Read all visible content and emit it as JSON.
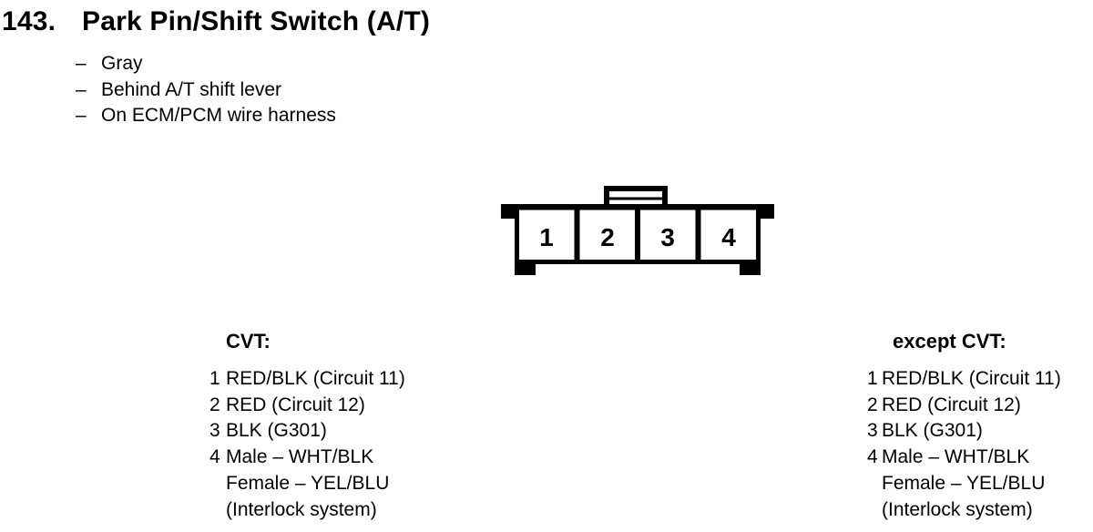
{
  "page": {
    "item_number": "143.",
    "title": "Park Pin/Shift Switch (A/T)",
    "bullets": [
      {
        "dash": "–",
        "text": "Gray"
      },
      {
        "dash": "–",
        "text": "Behind A/T shift lever"
      },
      {
        "dash": "–",
        "text": "On ECM/PCM wire harness"
      }
    ]
  },
  "connector": {
    "pins": [
      "1",
      "2",
      "3",
      "4"
    ]
  },
  "columns": {
    "left": {
      "heading": "CVT:",
      "items": [
        {
          "num": "1",
          "lines": [
            "RED/BLK (Circuit 11)"
          ]
        },
        {
          "num": "2",
          "lines": [
            "RED (Circuit 12)"
          ]
        },
        {
          "num": "3",
          "lines": [
            "BLK (G301)"
          ]
        },
        {
          "num": "4",
          "lines": [
            "Male – WHT/BLK",
            "Female – YEL/BLU",
            "(Interlock system)"
          ]
        }
      ]
    },
    "right": {
      "heading": "except CVT:",
      "items": [
        {
          "num": "1",
          "lines": [
            "RED/BLK (Circuit 11)"
          ]
        },
        {
          "num": "2",
          "lines": [
            "RED (Circuit 12)"
          ]
        },
        {
          "num": "3",
          "lines": [
            "BLK (G301)"
          ]
        },
        {
          "num": "4",
          "lines": [
            "Male – WHT/BLK",
            "Female – YEL/BLU",
            "(Interlock system)"
          ]
        }
      ]
    }
  },
  "colors": {
    "ink": "#000000",
    "paper": "#ffffff"
  }
}
